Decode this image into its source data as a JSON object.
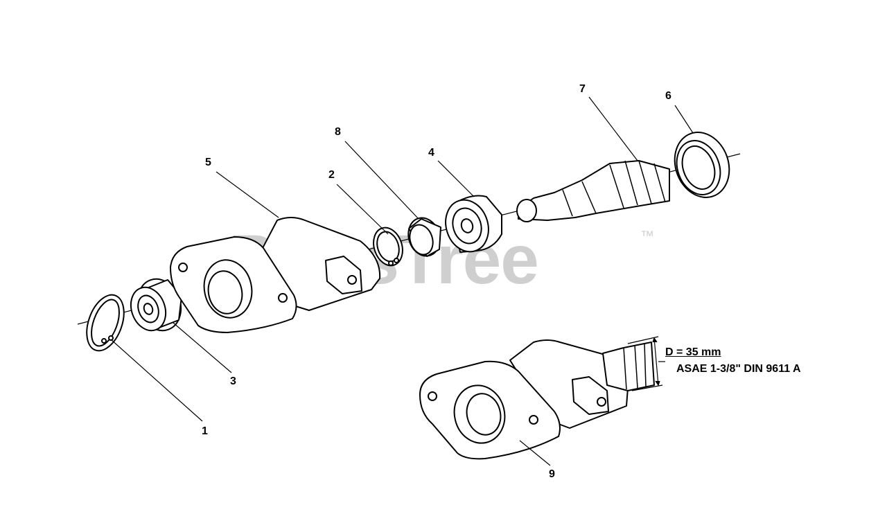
{
  "watermark": {
    "text": "PartsTree",
    "trademark": "™"
  },
  "callouts": [
    {
      "label": "1"
    },
    {
      "label": "2"
    },
    {
      "label": "3"
    },
    {
      "label": "4"
    },
    {
      "label": "5"
    },
    {
      "label": "6"
    },
    {
      "label": "7"
    },
    {
      "label": "8"
    },
    {
      "label": "9"
    }
  ],
  "spec": {
    "diameter": "D = 35 mm",
    "standard": "ASAE 1-3/8\" DIN 9611 A"
  },
  "colors": {
    "line": "#000000",
    "watermark": "#cfcfcf",
    "background": "#ffffff"
  }
}
